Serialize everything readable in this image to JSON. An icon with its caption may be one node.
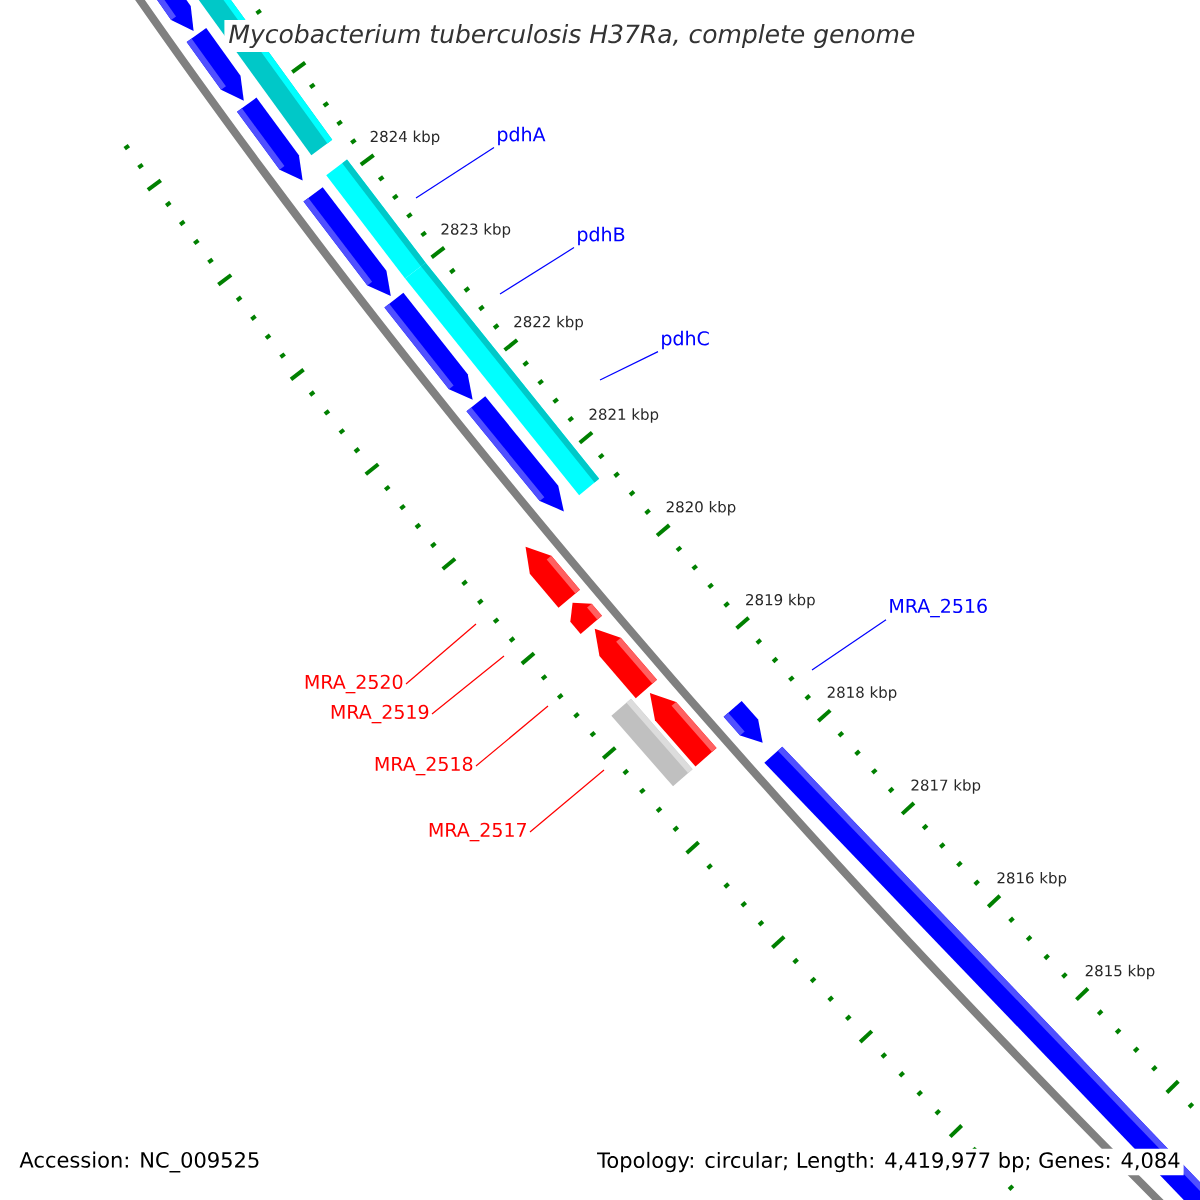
{
  "diagram": {
    "title": "Mycobacterium tuberculosis H37Ra, complete genome",
    "nodes": [
      {
        "text": [
          "pdhA"
        ]
      },
      {
        "text": [
          "pdhB"
        ]
      },
      {
        "text": [
          "pdhC"
        ]
      },
      {
        "text": [
          "MRA_2516"
        ]
      },
      {
        "text": [
          "MRA_2520"
        ]
      },
      {
        "text": [
          "MRA_2519"
        ]
      },
      {
        "text": [
          "MRA_2518"
        ]
      },
      {
        "text": [
          "MRA_2517"
        ]
      }
    ],
    "edges": [
      {
        "from": 0,
        "to": null,
        "arrow": "none"
      },
      {
        "from": 1,
        "to": null,
        "arrow": "none"
      },
      {
        "from": 2,
        "to": null,
        "arrow": "none"
      },
      {
        "from": 3,
        "to": null,
        "arrow": "none"
      },
      {
        "from": 4,
        "to": null,
        "arrow": "none",
        "color": "#ff0000"
      },
      {
        "from": 5,
        "to": null,
        "arrow": "none",
        "color": "#ff0000"
      },
      {
        "from": 6,
        "to": null,
        "arrow": "none",
        "color": "#ff0000"
      },
      {
        "from": 7,
        "to": null,
        "arrow": "none",
        "color": "#ff0000"
      }
    ],
    "labels": [
      "2824 kbp",
      "2823 kbp",
      "2822 kbp",
      "2821 kbp",
      "2820 kbp",
      "2819 kbp",
      "2818 kbp",
      "2817 kbp",
      "2816 kbp",
      "2815 kbp",
      "Accession: NC_009525",
      "Topology: circular; Length: 4,419,977 bp; Genes: 4,084"
    ]
  }
}
